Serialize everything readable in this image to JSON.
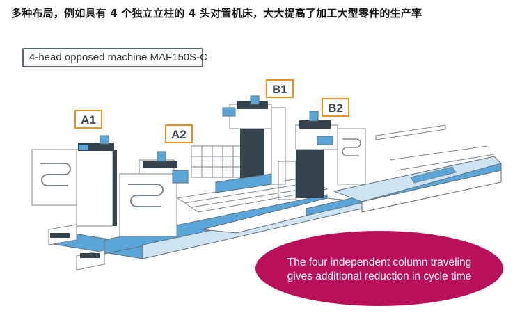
{
  "heading": "多种布局，例如具有 4 个独立立柱的 4 头对置机床，大大提高了加工大型零件的生产率",
  "model_label": "4-head opposed machine MAF150S-C",
  "head_labels": [
    "A1",
    "A2",
    "B1",
    "B2"
  ],
  "callout": {
    "line1": "The four independent column traveling",
    "line2": "gives additional reduction in cycle time"
  },
  "colors": {
    "label_border": "#f0901c",
    "label_text": "#3c4850",
    "callout_fill": "#b8105a",
    "machine_blue": "#5aa6d8",
    "machine_light_blue": "#cfe4f3",
    "machine_dark": "#34444e",
    "line_gray": "#7a868e"
  }
}
